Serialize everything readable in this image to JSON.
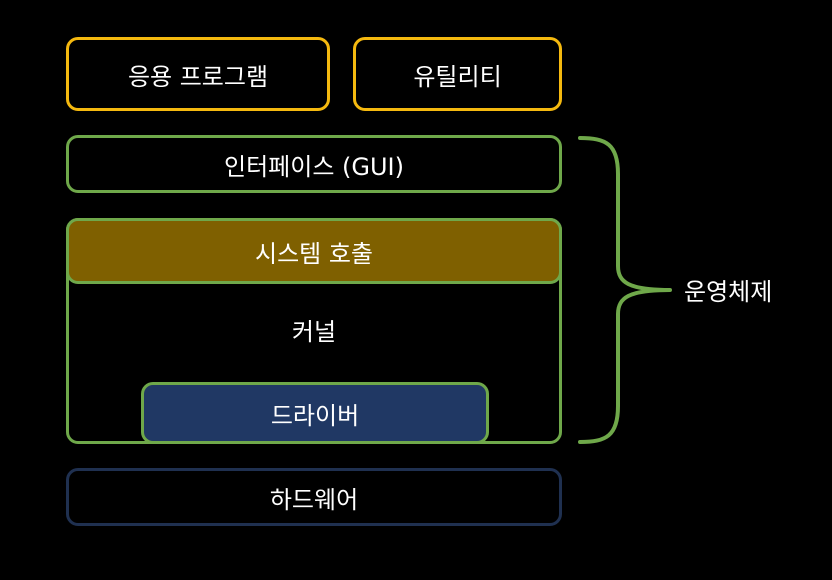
{
  "diagram": {
    "application_programs": "응용 프로그램",
    "utilities": "유틸리티",
    "interface_gui": "인터페이스 (GUI)",
    "system_call": "시스템 호출",
    "kernel": "커널",
    "driver": "드라이버",
    "hardware": "하드웨어",
    "operating_system": "운영체제"
  },
  "colors": {
    "background": "#000000",
    "application_border": "#f5b90f",
    "os_border": "#6fa84a",
    "system_call_fill": "#7f6000",
    "driver_fill": "#203864",
    "hardware_border": "#1f3050",
    "text": "#ffffff"
  }
}
